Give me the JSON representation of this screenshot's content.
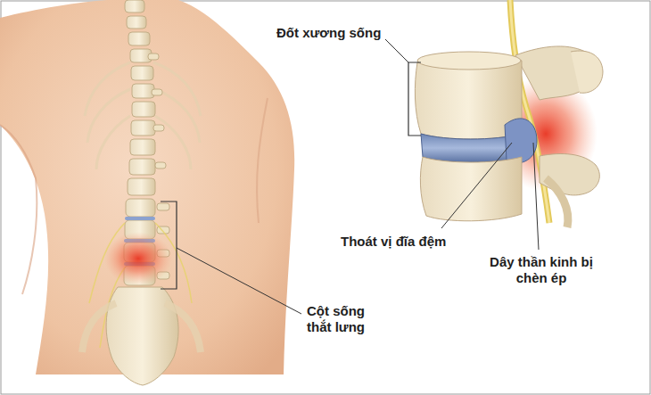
{
  "diagram": {
    "labels": [
      "Đốt xương sống",
      "Thoát vị đĩa đệm",
      "Dây thần kinh bị chèn ép",
      "Cột sống thắt lưng"
    ]
  }
}
